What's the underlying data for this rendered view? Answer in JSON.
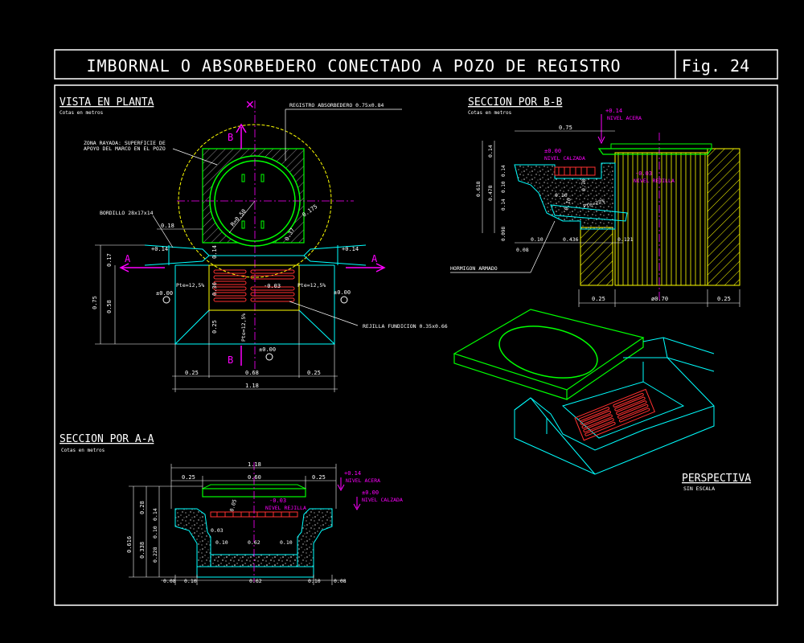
{
  "title": "IMBORNAL O ABSORBEDERO CONECTADO A POZO DE REGISTRO",
  "fig": "Fig. 24",
  "plan": {
    "heading": "VISTA EN PLANTA",
    "sub": "Cotas en metros",
    "registro": "REGISTRO ABSORBEDERO 0.75x0.84",
    "zona1": "ZONA RAYADA: SUPERFICIE DE",
    "zona2": "APOYO DEL MARCO EN EL POZO",
    "bordillo": "BORDILLO 28x17x14",
    "rejilla": "REJILLA FUNDICION 0.35x0.66",
    "sec_b": "B",
    "sec_a": "A",
    "d_018": "0.18",
    "d_014": "0.14",
    "d_017": "0.17",
    "d_075": "0.75",
    "d_058": "0.58",
    "d_036": "0.36",
    "d_025v": "0.25",
    "d_r050": "R=0.50",
    "d_0175": "0.175",
    "d_037": "0.37",
    "lv_p014a": "+0.14",
    "lv_p014b": "+0.14",
    "lv_000a": "±0.00",
    "lv_000b": "±0.00",
    "lv_000c": "±0.00",
    "lv_m003": "-0.03",
    "pte1": "Pte=12,5%",
    "pte2": "Pte=12,5%",
    "pte3": "Pte=12,5%",
    "bd_025a": "0.25",
    "bd_068": "0.68",
    "bd_025b": "0.25",
    "bd_118": "1.18"
  },
  "secB": {
    "heading": "SECCION POR B-B",
    "sub": "Cotas en metros",
    "nivel_acera_v": "+0.14",
    "nivel_acera": "NIVEL ACERA",
    "nivel_calzada_v": "±0.00",
    "nivel_calzada": "NIVEL CALZADA",
    "nivel_rejilla_v": "-0.03",
    "nivel_rejilla": "NIVEL REJILLA",
    "d_075": "0.75",
    "d_014": "0.14",
    "d_0618": "0.618",
    "d_0478": "0.478",
    "d_014b": "0.14",
    "d_010a": "0.10",
    "d_014c": "0.14",
    "d_0098": "0.098",
    "d_010b": "0.10",
    "d_010c": "0.10",
    "d_0436": "0.436",
    "d_0121": "0.121",
    "d_008": "0.08",
    "d_010d": "0.10",
    "d_070v": "0.70",
    "pte": "Pte=22%",
    "hormigon": "HORMIGON ARMADO",
    "b_025a": "0.25",
    "b_070": "ø0.70",
    "b_025b": "0.25"
  },
  "secA": {
    "heading": "SECCION POR A-A",
    "sub": "Cotas en metros",
    "t_118": "1.18",
    "t_025a": "0.25",
    "t_060": "0.60",
    "t_025b": "0.25",
    "lv_014": "+0.14",
    "nivel_acera": "NIVEL ACERA",
    "lv_000": "±0.00",
    "nivel_calzada": "NIVEL CALZADA",
    "lv_m003": "-0.03",
    "nivel_rejilla": "NIVEL REJILLA",
    "d_0616": "0.616",
    "d_028": "0.28",
    "d_014": "0.14",
    "d_010": "0.10",
    "d_0338": "0.338",
    "d_0228": "0.228",
    "d_005": "0.05",
    "d_003": "0.03",
    "d_010b": "0.10",
    "d_062a": "0.62",
    "d_010c": "0.10",
    "b_008a": "0.08",
    "b_010a": "0.10",
    "b_062": "0.62",
    "b_010b": "0.10",
    "b_008b": "0.08"
  },
  "persp": {
    "heading": "PERSPECTIVA",
    "sub": "SIN ESCALA"
  }
}
